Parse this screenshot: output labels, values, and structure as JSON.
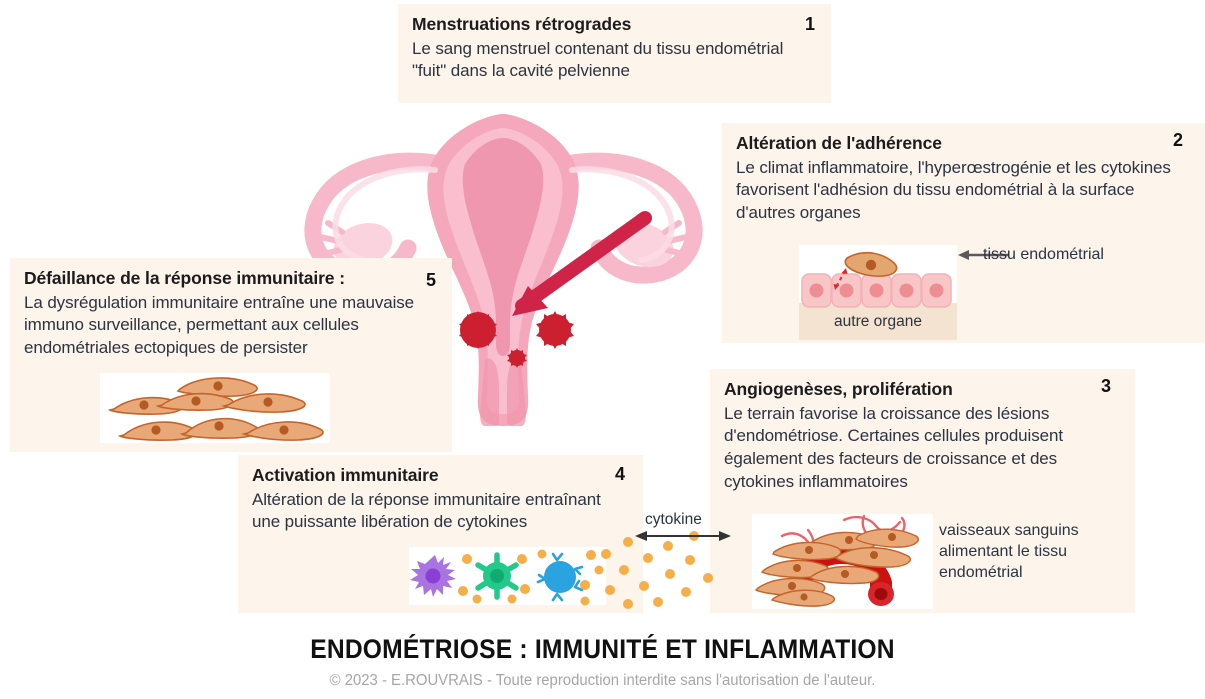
{
  "diagram": {
    "title": "ENDOMÉTRIOSE : IMMUNITÉ ET INFLAMMATION",
    "copyright": "© 2023 - E.ROUVRAIS - Toute reproduction interdite sans l'autorisation de l'auteur.",
    "background": "#ffffff",
    "box_background": "#fdf4ec",
    "plate_background": "#ffffff"
  },
  "steps": [
    {
      "number": "1",
      "title": "Menstruations rétrogrades",
      "body": "Le sang menstruel contenant du tissu endométrial \"fuit\" dans la cavité pelvienne"
    },
    {
      "number": "2",
      "title": "Altération de l'adhérence",
      "body": "Le climat inflammatoire, l'hyperœstrogénie et les cytokines favorisent l'adhésion du tissu endométrial à la surface d'autres organes",
      "illustration": {
        "name": "cell-adhesion-illustration",
        "callout": "tissu endométrial",
        "organ_label": "autre organe",
        "epithelium_color": "#f9c6c8",
        "epithelium_nucleus_color": "#ef8e92",
        "organ_band_color": "#f5e3d2",
        "endometrial_cell_color": "#e3a66f"
      }
    },
    {
      "number": "3",
      "title": "Angiogenèses, prolifération",
      "body": "Le terrain favorise la croissance des lésions d'endométriose. Certaines cellules produisent également des facteurs de croissance et des cytokines inflammatoires",
      "illustration": {
        "name": "angiogenesis-illustration",
        "callout": "vaisseaux sanguins alimentant le tissu endométrial",
        "vessel_color": "#cc1111",
        "capillary_color": "#e8656b",
        "cell_color": "#e3a66f"
      }
    },
    {
      "number": "4",
      "title": "Activation immunitaire",
      "body": "Altération de la réponse immunitaire entraînant une puissante libération de cytokines",
      "illustration": {
        "name": "immune-cells-illustration",
        "cells": [
          {
            "name": "dendritic-cell",
            "color": "#a973e0"
          },
          {
            "name": "macrophage-cell",
            "color": "#23c98a"
          },
          {
            "name": "lymphocyte-cell",
            "color": "#2aa3e0"
          }
        ],
        "cytokine_dot_color": "#f5ae48"
      }
    },
    {
      "number": "5",
      "title": "Défaillance de la réponse immunitaire :",
      "body": "La dysrégulation immunitaire entraîne une mauvaise immuno surveillance, permettant aux cellules endométriales ectopiques de persister",
      "illustration": {
        "name": "ectopic-cells-illustration",
        "cell_color": "#e8a877",
        "cell_stroke": "#c4642a",
        "nucleus_color": "#b55a22"
      }
    }
  ],
  "connectors": {
    "cytokine_arrow_label": "cytokine"
  },
  "anatomy": {
    "name": "uterus-illustration",
    "body_color": "#f5a7bc",
    "body_light": "#fac5d2",
    "cavity_color": "#ef8fa8",
    "arrow_color": "#cf2348",
    "lesion_color": "#cf2030"
  }
}
